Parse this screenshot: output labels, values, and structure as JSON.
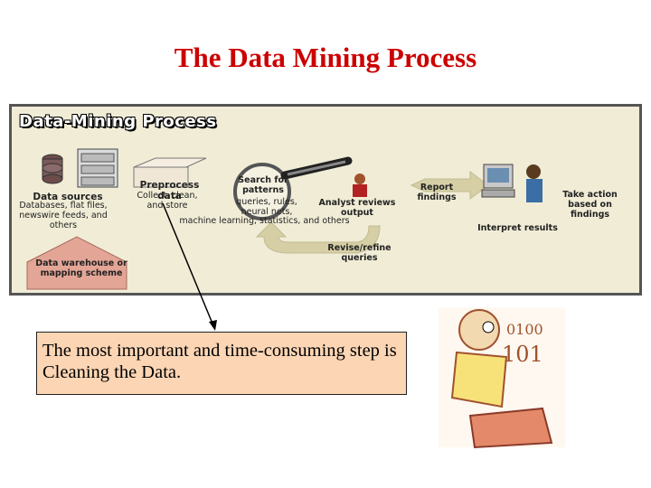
{
  "title": "The Data Mining Process",
  "diagram": {
    "panel_title": "Data-Mining Process",
    "steps": {
      "sources_title": "Data sources",
      "sources_desc": "Databases, flat files, newswire feeds, and others",
      "warehouse": "Data warehouse or mapping scheme",
      "preprocess_title": "Preprocess data",
      "preprocess_desc": "Collect, clean, and store",
      "search": "Search for patterns",
      "search_desc1": "queries, rules, neural nets,",
      "search_desc2": "machine learning, statistics, and others",
      "analyst": "Analyst reviews output",
      "report": "Report findings",
      "action": "Take action based on findings",
      "interpret": "Interpret results",
      "revise": "Revise/refine queries"
    }
  },
  "callout": "The most important and time-consuming step is Cleaning the Data.",
  "colors": {
    "title": "#cc0000",
    "callout_bg": "#fcd5b4",
    "panel_bg": "#f0ecd6",
    "warehouse": "#e0a090",
    "arrow": "#d2cca8"
  }
}
